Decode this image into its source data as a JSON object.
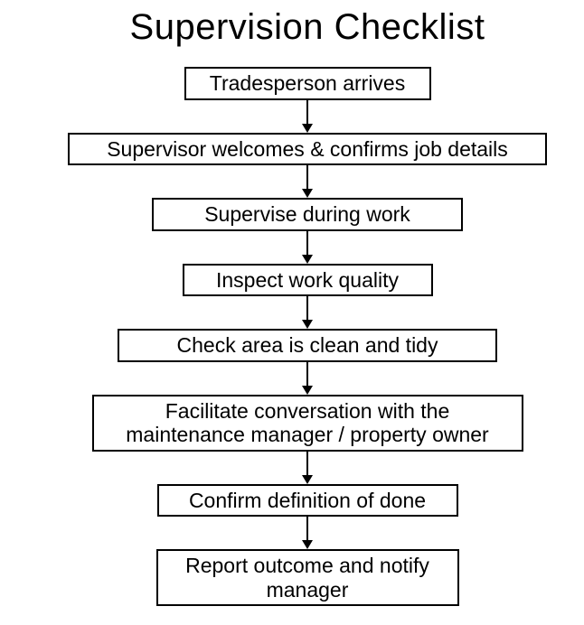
{
  "title": "Supervision Checklist",
  "colors": {
    "background": "#ffffff",
    "border": "#000000",
    "text": "#000000",
    "arrow": "#000000"
  },
  "flow": {
    "direction": "top-down",
    "connector": "down-arrow"
  },
  "nodes": [
    {
      "label": "Tradesperson arrives"
    },
    {
      "label": "Supervisor welcomes & confirms job details"
    },
    {
      "label": "Supervise during work"
    },
    {
      "label": "Inspect work quality"
    },
    {
      "label": "Check area is clean and tidy"
    },
    {
      "label": "Facilitate conversation with the\nmaintenance manager / property owner"
    },
    {
      "label": "Confirm definition of done"
    },
    {
      "label": "Report outcome and notify\nmanager"
    }
  ]
}
